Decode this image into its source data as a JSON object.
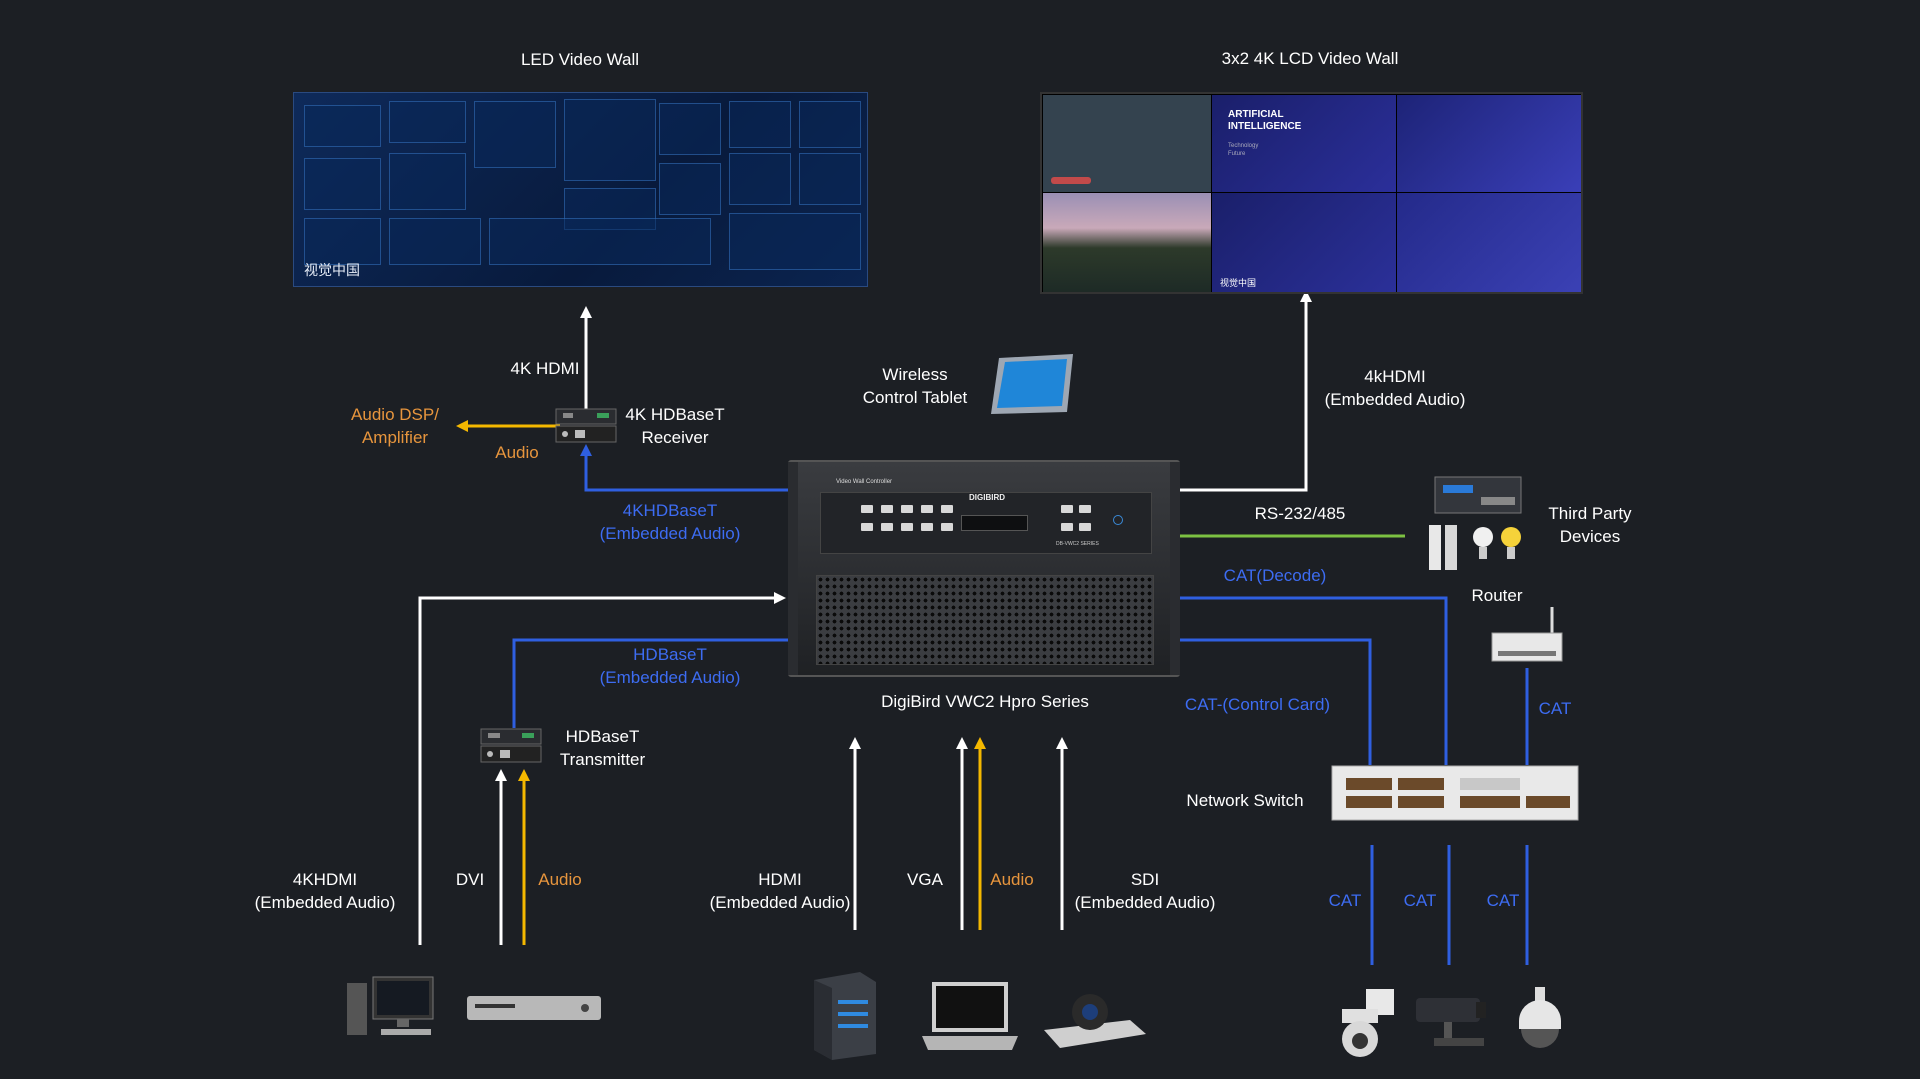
{
  "displays": {
    "led_wall_title": "LED Video Wall",
    "led_wall_watermark": "视觉中国",
    "lcd_wall_title": "3x2 4K LCD Video Wall",
    "lcd_tile_text_1": "ARTIFICIAL",
    "lcd_tile_text_2": "INTELLIGENCE",
    "lcd_tile_sub_1": "Technology",
    "lcd_tile_sub_2": "Future",
    "lcd_watermark": "视觉中国"
  },
  "labels": {
    "hdmi_4k": "4K HDMI",
    "receiver_1": "4K HDBaseT",
    "receiver_2": "Receiver",
    "audio_dsp_1": "Audio DSP/",
    "audio_dsp_2": "Amplifier",
    "audio_out": "Audio",
    "tablet_1": "Wireless",
    "tablet_2": "Control Tablet",
    "khdmi_out_1": "4kHDMI",
    "khdmi_out_2": "(Embedded Audio)",
    "hdbaset_in_1": "4KHDBaseT",
    "hdbaset_in_2": "(Embedded Audio)",
    "rs232": "RS-232/485",
    "third_party_1": "Third Party",
    "third_party_2": "Devices",
    "cat_decode": "CAT(Decode)",
    "router": "Router",
    "cat_router": "CAT",
    "hdbaset_tx_link_1": "HDBaseT",
    "hdbaset_tx_link_2": "(Embedded Audio)",
    "controller_name": "DigiBird VWC2 Hpro Series",
    "cat_control": "CAT-(Control Card)",
    "transmitter_1": "HDBaseT",
    "transmitter_2": "Transmitter",
    "network_switch": "Network Switch",
    "in_4khdmi_1": "4KHDMI",
    "in_4khdmi_2": "(Embedded Audio)",
    "in_dvi": "DVI",
    "in_audio_1": "Audio",
    "in_hdmi_1": "HDMI",
    "in_hdmi_2": "(Embedded Audio)",
    "in_vga": "VGA",
    "in_audio_2": "Audio",
    "in_sdi_1": "SDI",
    "in_sdi_2": "(Embedded Audio)",
    "cat_cam_1": "CAT",
    "cat_cam_2": "CAT",
    "cat_cam_3": "CAT"
  },
  "controller": {
    "brand": "DIGIBIRD",
    "panel_title": "Video Wall Controller",
    "series": "DB-VWC2 SERIES"
  },
  "colors": {
    "background": "#1c1f24",
    "white_link": "#ffffff",
    "hdbaset_link": "#2f5fe0",
    "audio_link": "#f5b800",
    "rs232_link": "#7cc142",
    "blue_text": "#3d6cf2",
    "orange_text": "#e7953d"
  },
  "icons": [
    "desktop-pc-icon",
    "dvd-player-icon",
    "server-tower-icon",
    "laptop-icon",
    "video-conference-camera-icon",
    "dome-camera-icon",
    "bullet-camera-icon",
    "ball-camera-icon",
    "router-icon",
    "network-switch-icon",
    "tablet-icon",
    "hdbaset-receiver-icon",
    "hdbaset-transmitter-icon",
    "third-party-devices-icon"
  ]
}
